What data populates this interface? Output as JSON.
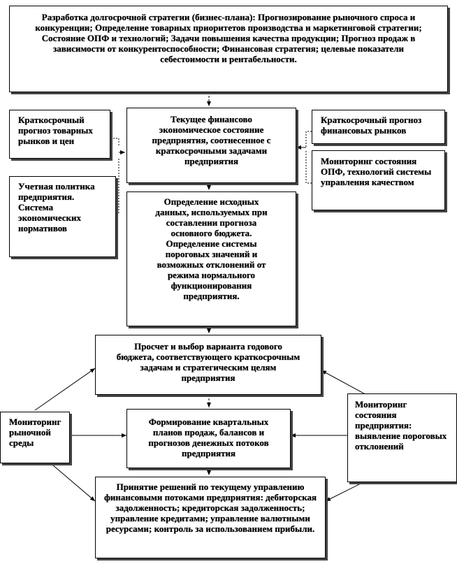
{
  "boxes": {
    "strategy": "Разработка долгосрочной стратегии (бизнес-плана): Прогнозирование рыночного спроса и конкуренции; Определение товарных приоритетов производства и маркетинговой стратегии; Состояние ОПФ и технологий; Задачи повышения качества продукции; Прогноз продаж в зависимости от конкурентоспособности; Финансовая стратегия; целевые показатели себестоимости и рентабельности.",
    "short_goods": "Краткосрочный прогноз товарных рынков и цен",
    "accounting": "Учетная политика предприятия. Система экономических нормативов",
    "current_state": "Текущее финансово экономическое состояние предприятия, соотнесенное с краткосрочными задачами предприятия",
    "initial_data": "Определение исходных данных, используемых при составлении прогноза основного бюджета. Определение системы пороговых значений и возможных отклонений от режима нормального функционирования предприятия.",
    "short_fin": "Краткосрочный прогноз финансовых рынков",
    "monitoring_opf": "Мониторинг состояния ОПФ, технологий системы управления качеством",
    "budget_choice": "Просчет и выбор варианта годового бюджета, соответствующего краткосрочным задачам и стратегическим целям предприятия",
    "quarterly_plans": "Формирование квартальных планов продаж, балансов и прогнозов денежных потоков предприятия",
    "monitoring_env": "Мониторинг рыночной среды",
    "monitoring_state": "Мониторинг состояния предприятия: выявление пороговых отклонений",
    "decisions": "Принятие решений по текущему управлению финансовыми потоками предприятия: дебиторская задолженность; кредиторская задолженность; управление кредитами; управление валютными ресурсами; контроль за использованием прибыли."
  },
  "colors": {
    "line": "#000000",
    "box_bg": "#ffffff"
  }
}
